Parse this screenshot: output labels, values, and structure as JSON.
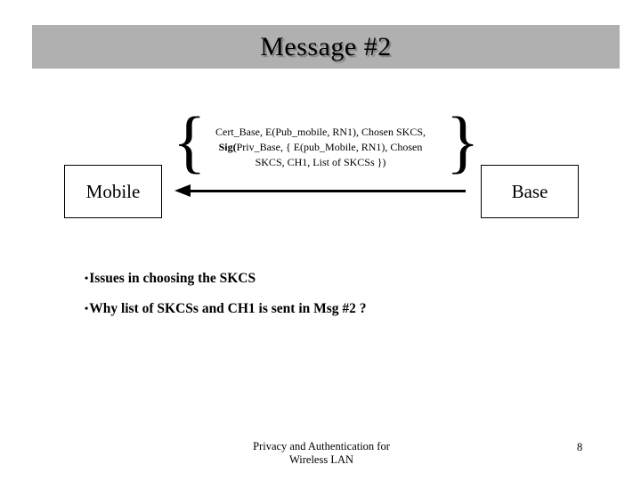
{
  "title": "Message #2",
  "message": {
    "left_brace": "{",
    "right_brace": "}",
    "line1": "Cert_Base, E(Pub_mobile, RN1), Chosen SKCS,",
    "line2_bold": "Sig(",
    "line2_rest": "Priv_Base, { E(pub_Mobile, RN1), Chosen",
    "line3": "SKCS, CH1, List of SKCSs })"
  },
  "nodes": {
    "mobile": "Mobile",
    "base": "Base"
  },
  "bullets": [
    {
      "marker": "•",
      "text": "Issues in choosing the SKCS"
    },
    {
      "marker": "•",
      "text": "Why list of SKCSs and CH1 is sent in Msg #2 ?"
    }
  ],
  "footer": {
    "line1": "Privacy and Authentication for",
    "line2": "Wireless LAN",
    "page_number": "8"
  },
  "colors": {
    "title_band": "#b0b0b0",
    "background": "#ffffff",
    "text": "#000000"
  }
}
